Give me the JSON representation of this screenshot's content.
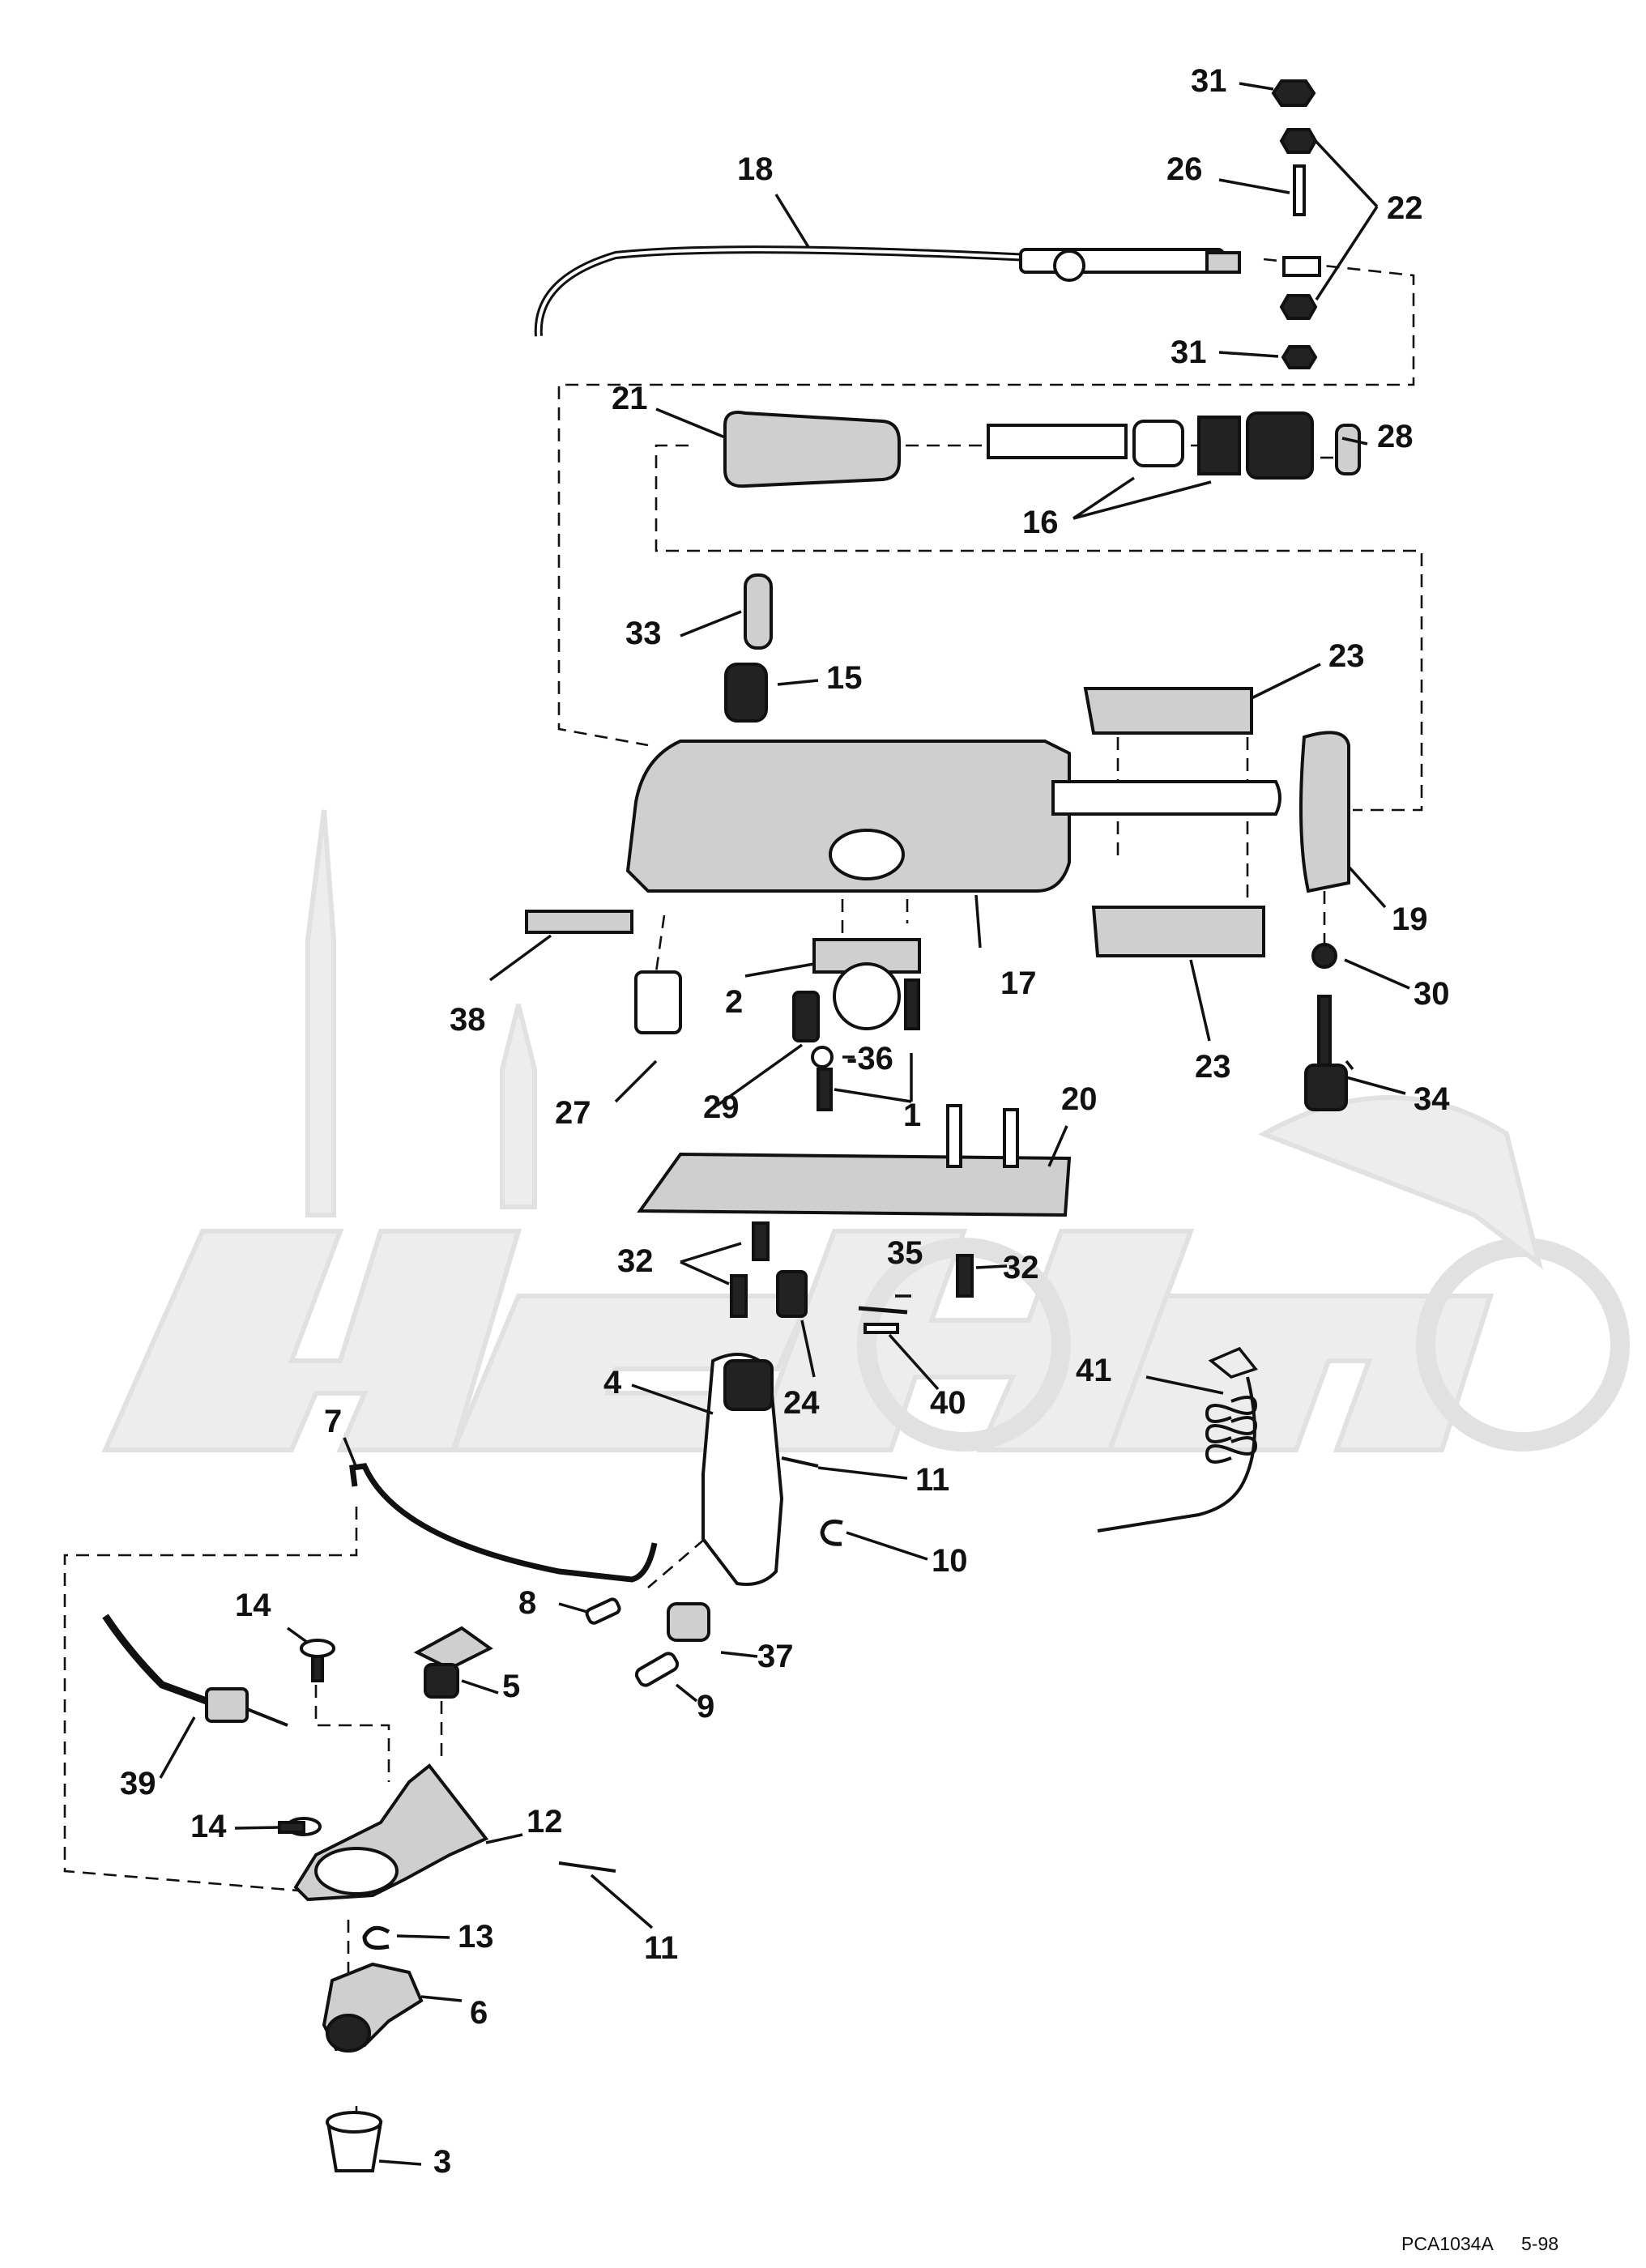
{
  "diagram": {
    "callouts": {
      "c1": "1",
      "c2": "2",
      "c3": "3",
      "c4": "4",
      "c5": "5",
      "c6": "6",
      "c7": "7",
      "c8": "8",
      "c9": "9",
      "c10": "10",
      "c11a": "11",
      "c11b": "11",
      "c12": "12",
      "c13": "13",
      "c14a": "14",
      "c14b": "14",
      "c15": "15",
      "c16": "16",
      "c17": "17",
      "c18": "18",
      "c19": "19",
      "c20": "20",
      "c21": "21",
      "c22": "22",
      "c23a": "23",
      "c23b": "23",
      "c24": "24",
      "c26": "26",
      "c27": "27",
      "c28": "28",
      "c29": "29",
      "c30": "30",
      "c31a": "31",
      "c31b": "31",
      "c32a": "32",
      "c32b": "32",
      "c33": "33",
      "c34": "34",
      "c35": "35",
      "c36": "-36",
      "c37": "37",
      "c38": "38",
      "c39": "39",
      "c40": "40",
      "c41": "41"
    },
    "footer": {
      "code": "PCA1034A",
      "date": "5-98"
    }
  }
}
